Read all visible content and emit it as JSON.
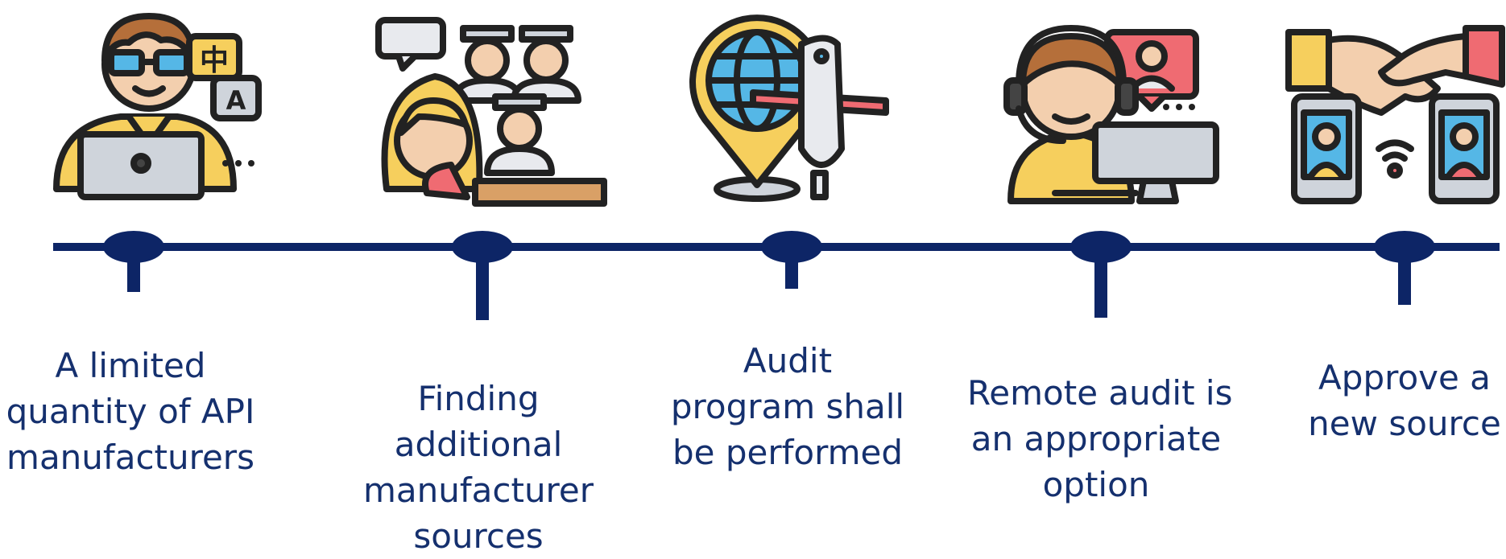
{
  "steps": [
    {
      "lines": [
        "A limited",
        "quantity of API",
        "manufacturers"
      ]
    },
    {
      "lines": [
        "Finding",
        "additional",
        "manufacturer",
        "sources"
      ]
    },
    {
      "lines": [
        "Audit",
        "program shall",
        "be performed"
      ]
    },
    {
      "lines": [
        "Remote audit is",
        "an appropriate",
        "option"
      ]
    },
    {
      "lines": [
        "Approve a",
        "new source"
      ]
    }
  ],
  "icons": {
    "translation_glyph_1": "中",
    "translation_glyph_2": "A"
  },
  "colors": {
    "timeline": "#0d2566",
    "text": "#15306e",
    "outline": "#222222",
    "skin": "#f3cfae",
    "hair": "#b56f3a",
    "yellow": "#f6cf5d",
    "blue": "#55b7e6",
    "red": "#ef6b72",
    "gray": "#cfd4db"
  }
}
